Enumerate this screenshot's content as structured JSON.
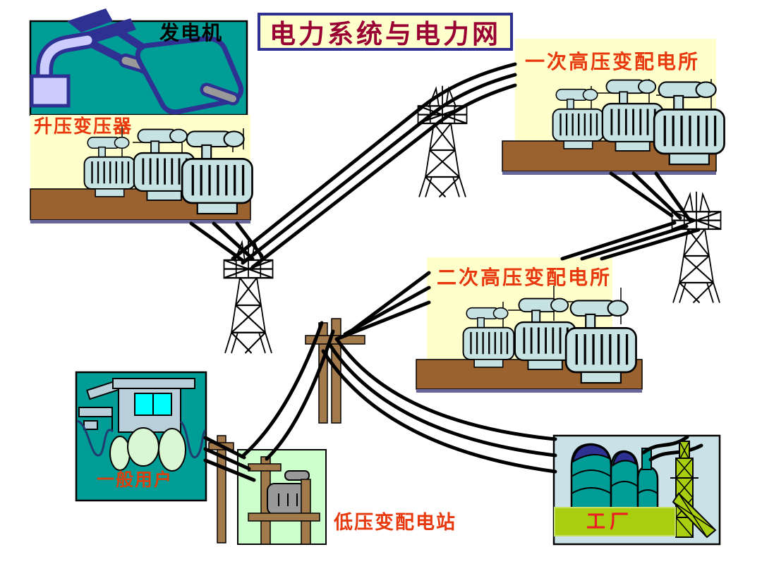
{
  "title": "电力系统与电力网",
  "nodes": {
    "generator": {
      "label": "发电机"
    },
    "step_up_transformer": {
      "label": "升压变压器"
    },
    "primary_substation": {
      "label": "一次高压变配电所"
    },
    "secondary_substation": {
      "label": "二次高压变配电所"
    },
    "general_users": {
      "label": "一般用户"
    },
    "low_voltage_station": {
      "label": "低压变配电站"
    },
    "factory": {
      "label": "工厂"
    }
  },
  "connections": [
    "generator → step_up_transformer",
    "step_up_transformer → transmission tower → transmission tower → primary_substation",
    "primary_substation → transmission tower → secondary_substation",
    "secondary_substation → wooden h-pole → factory",
    "secondary_substation → wooden h-pole → low_voltage_station",
    "low_voltage_station → wooden pole → general_users"
  ],
  "colors": {
    "title_text": "#990033",
    "title_border": "#2E3192",
    "panel_cream": "#FFFFCC",
    "label_red": "#E8380D",
    "teal": "#009C96",
    "navy": "#2E3192",
    "ground_brown": "#99622F",
    "ground_edge_purple": "#666699",
    "transformer_blue": "#C6E2E2",
    "pole_brown": "#A27A4C",
    "station_green": "#CCFFCC",
    "factory_blue": "#CBE1E8",
    "banner_green": "#A8CE10",
    "line_black": "#000000"
  }
}
